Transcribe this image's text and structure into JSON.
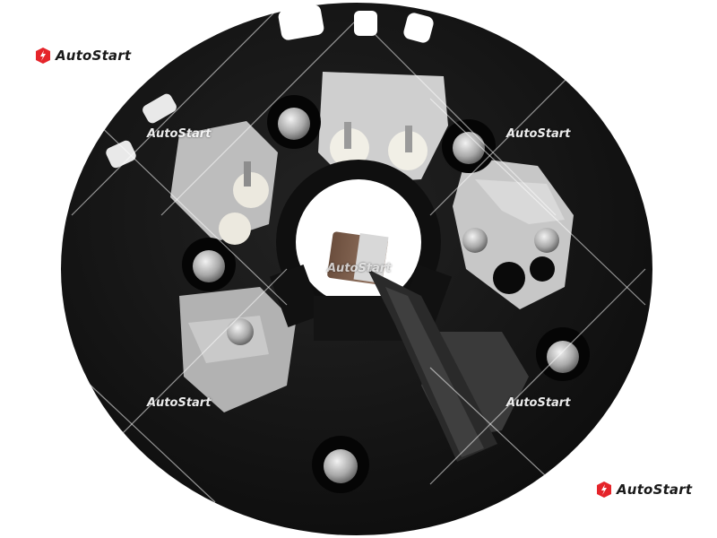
{
  "brand": {
    "name": "AutoStart",
    "logo_color": "#e5242a",
    "text_color": "#1a1a1a"
  },
  "watermarks": [
    "AutoStart",
    "AutoStart",
    "AutoStart",
    "AutoStart",
    "AutoStart"
  ],
  "photo": {
    "subject": "starter motor brush holder plate",
    "plate_color": "#151515"
  }
}
